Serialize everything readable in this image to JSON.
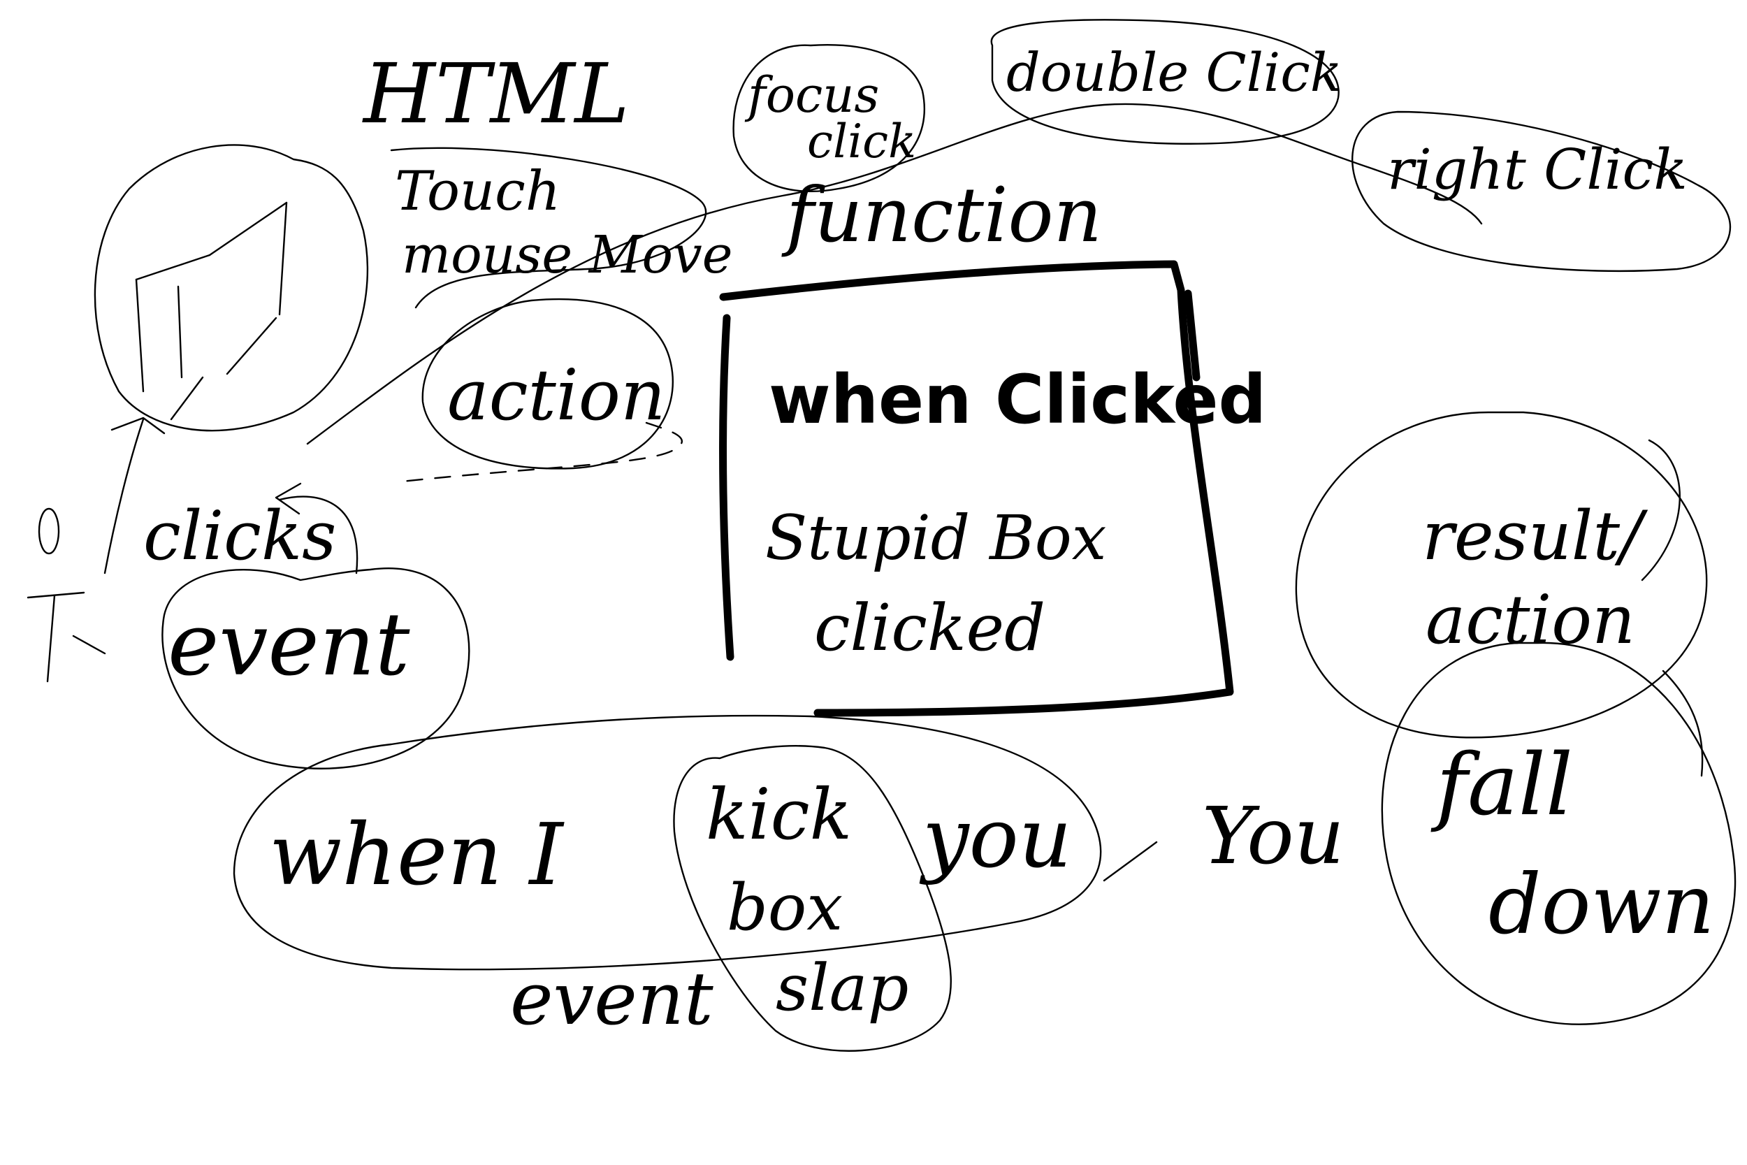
{
  "labels": {
    "html": "HTML",
    "focus": "focus",
    "click": "click",
    "double_click": "double Click",
    "right_click": "right Click",
    "touch": "Touch",
    "mouse_move": "mouse Move",
    "function": "function",
    "action": "action",
    "clicks": "clicks",
    "event": "event",
    "when_clicked": "when Clicked",
    "stupid_box": "Stupid Box",
    "clicked": "clicked",
    "result": "result/",
    "result_action": "action",
    "when_i": "when I",
    "kick": "kick",
    "you_1": "you",
    "box": "box",
    "slap": "slap",
    "event_bottom": "event",
    "you_2": "You",
    "fall": "fall",
    "down": "down"
  }
}
